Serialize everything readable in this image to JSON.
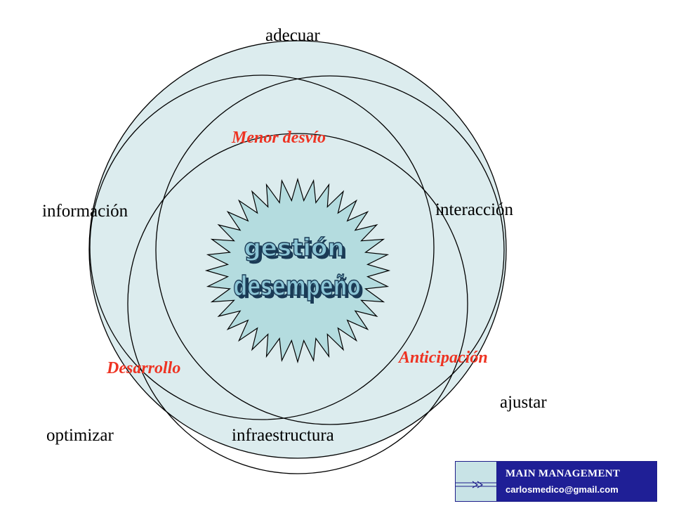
{
  "outer_labels": {
    "top": "adecuar",
    "left": "información",
    "right": "interacción",
    "bottom_right": "ajustar",
    "bottom_left": "optimizar",
    "bottom_center": "infraestructura"
  },
  "inner_labels": {
    "top": "Menor desvío",
    "left": "Desarrollo",
    "right": "Anticipación"
  },
  "center": {
    "line1": "gestión",
    "line2": "desempeño"
  },
  "badge": {
    "title": "MAIN MANAGEMENT",
    "email": "carlosmedico@gmail.com"
  },
  "colors": {
    "circle_fill": "#dcecee",
    "star_fill": "#b4dcdf",
    "label_red": "#ee3322",
    "center_text": "#8cc6d6",
    "badge_bg": "#1f1f96"
  }
}
